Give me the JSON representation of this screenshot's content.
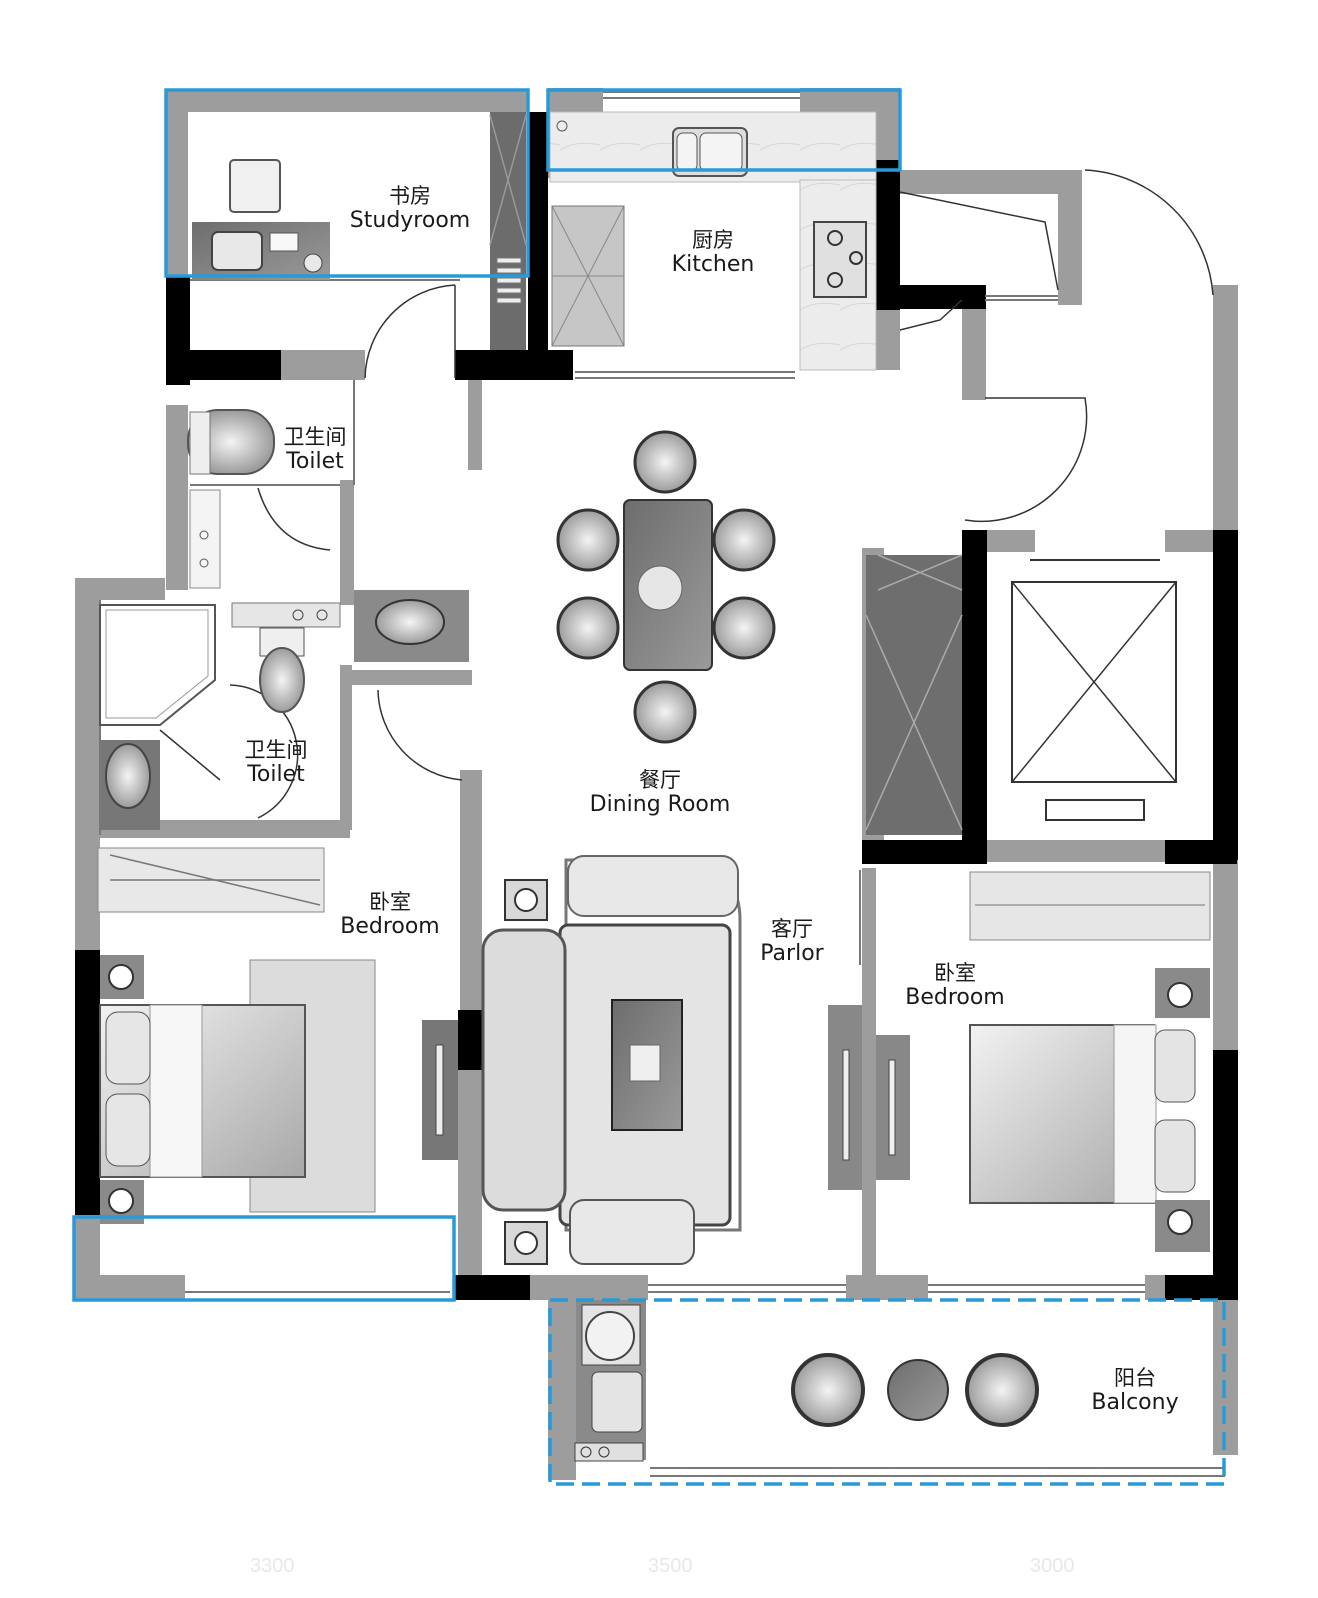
{
  "rooms": {
    "studyroom": {
      "zh": "书房",
      "en": "Studyroom"
    },
    "kitchen": {
      "zh": "厨房",
      "en": "Kitchen"
    },
    "toilet_upper": {
      "zh": "卫生间",
      "en": "Toilet"
    },
    "toilet_lower": {
      "zh": "卫生间",
      "en": "Toilet"
    },
    "dining": {
      "zh": "餐厅",
      "en": "Dining Room"
    },
    "bedroom_left": {
      "zh": "卧室",
      "en": "Bedroom"
    },
    "parlor": {
      "zh": "客厅",
      "en": "Parlor"
    },
    "bedroom_right": {
      "zh": "卧室",
      "en": "Bedroom"
    },
    "balcony": {
      "zh": "阳台",
      "en": "Balcony"
    }
  },
  "dimensions": [
    "3300",
    "3500",
    "3000"
  ],
  "colors": {
    "wall": "#000000",
    "partition": "#9a9a9a",
    "highlight": "#2a9ad6",
    "furniture": "#c8c8c8"
  }
}
